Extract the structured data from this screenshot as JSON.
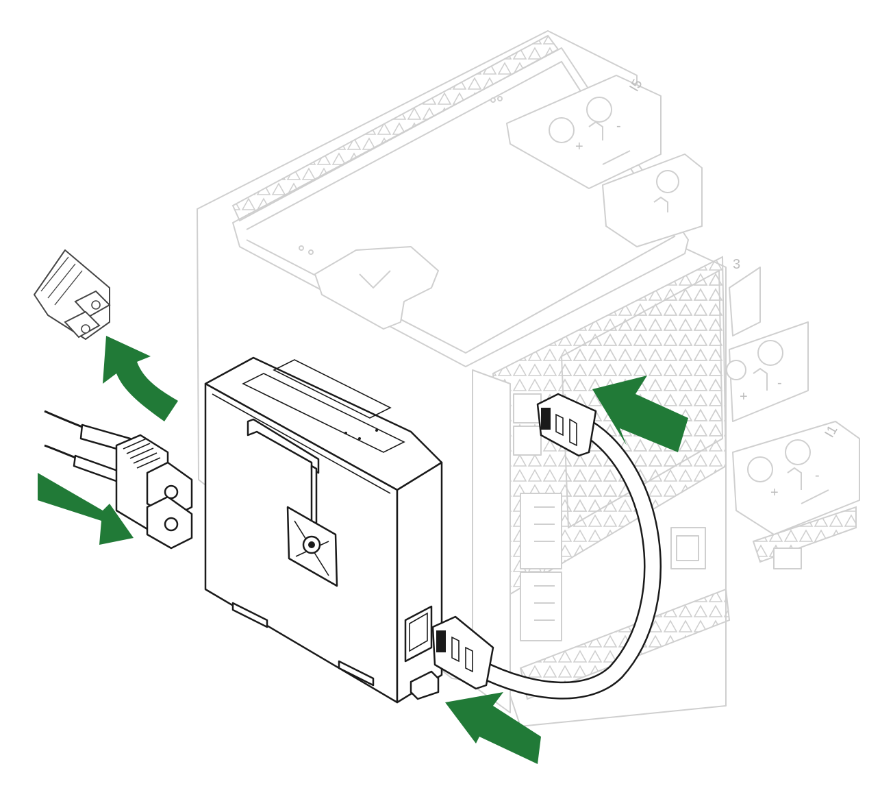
{
  "colors": {
    "arrow": "#217A37",
    "outline_dark": "#1a1a1a",
    "outline_faint": "#cfcfcf",
    "background": "#ffffff"
  },
  "terminal_labels": {
    "top": "I5",
    "middle": "3",
    "bottom": "I1"
  },
  "terminal_signs": [
    "+",
    "-",
    "+",
    "-",
    "+",
    "-"
  ],
  "arrows": [
    {
      "name": "remove-dust-cap-arrow",
      "direction": "up-left",
      "meaning": "remove"
    },
    {
      "name": "insert-fiber-arrow",
      "direction": "right",
      "meaning": "insert"
    },
    {
      "name": "insert-patch-cable-main-arrow",
      "direction": "up-left",
      "meaning": "insert"
    },
    {
      "name": "insert-patch-cable-module-arrow",
      "direction": "up-left",
      "meaning": "insert"
    }
  ]
}
